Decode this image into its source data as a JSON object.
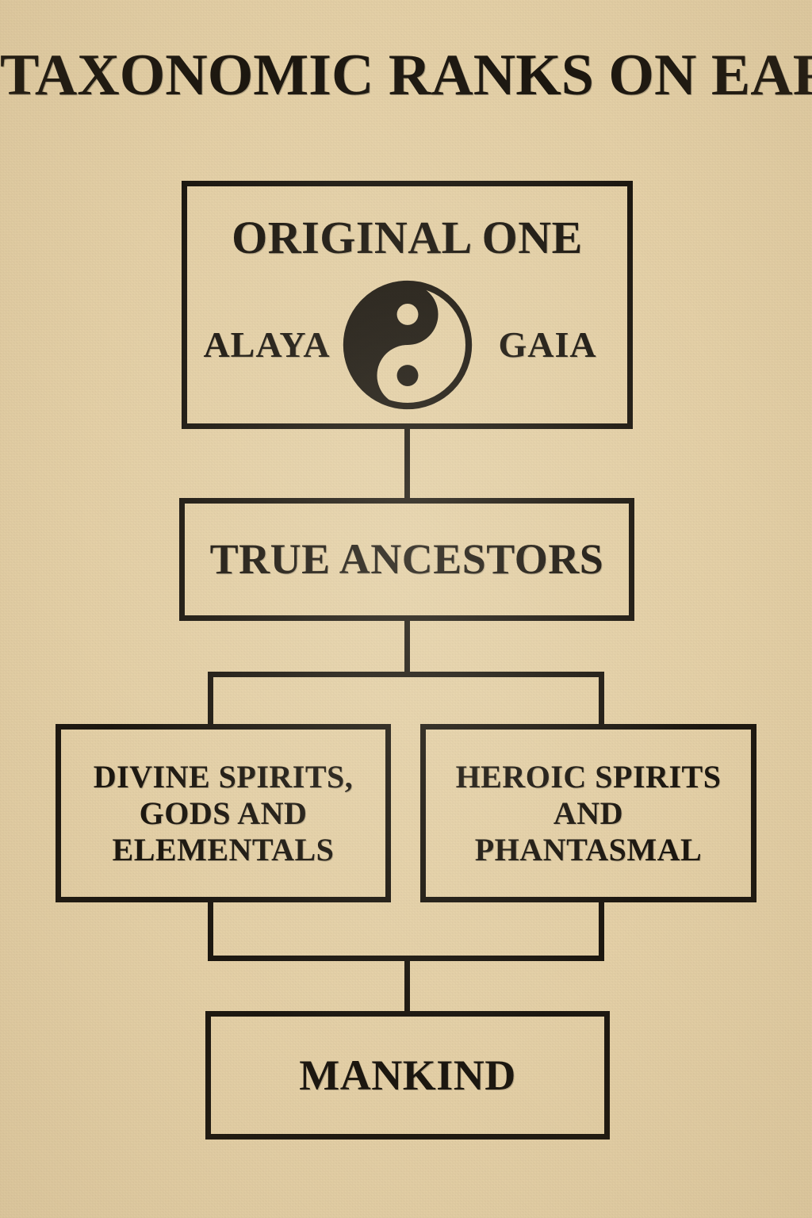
{
  "page": {
    "title": "TAXONOMIC RANKS ON EART",
    "background_color": "#e9d6ae",
    "ink_color": "#1c1710"
  },
  "diagram": {
    "type": "hierarchy-flowchart",
    "nodes": {
      "original_one": {
        "title": "ORIGINAL ONE",
        "left_word": "ALAYA",
        "right_word": "GAIA",
        "symbol": "yin-yang"
      },
      "true_ancestors": {
        "title": "TRUE ANCESTORS"
      },
      "divine_spirits": {
        "line1": "DIVINE SPIRITS,",
        "line2": "GODS AND",
        "line3": "ELEMENTALS"
      },
      "heroic_spirits": {
        "line1": "HEROIC SPIRITS",
        "line2": "AND",
        "line3": "PHANTASMAL"
      },
      "mankind": {
        "title": "MANKIND"
      }
    },
    "edges": [
      {
        "from": "original_one",
        "to": "true_ancestors",
        "style": "straight-vertical"
      },
      {
        "from": "true_ancestors",
        "to": "divine_spirits",
        "style": "elbow-split-left"
      },
      {
        "from": "true_ancestors",
        "to": "heroic_spirits",
        "style": "elbow-split-right"
      },
      {
        "from": "divine_spirits",
        "to": "mankind",
        "style": "elbow-merge-left"
      },
      {
        "from": "heroic_spirits",
        "to": "mankind",
        "style": "elbow-merge-right"
      }
    ]
  }
}
